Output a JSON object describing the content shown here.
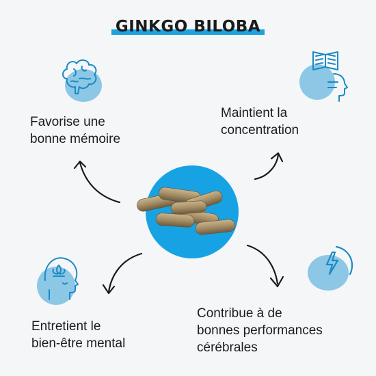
{
  "title": "GINKGO BILOBA",
  "benefits": {
    "memory": "Favorise une bonne mémoire",
    "concentration": "Maintient la concentration",
    "wellbeing": "Entretient le bien-être mental",
    "performance": "Contribue à de bonnes performances cérébrales"
  },
  "benefit_lines": {
    "memory": [
      "Favorise une",
      "bonne mémoire"
    ],
    "concentration": [
      "Maintient la",
      "concentration"
    ],
    "wellbeing": [
      "Entretient le",
      "bien-être mental"
    ],
    "performance": [
      "Contribue à de",
      "bonnes performances",
      "cérébrales"
    ]
  },
  "icons": {
    "memory": "brain-icon",
    "concentration": "reading-head-icon",
    "wellbeing": "lotus-head-icon",
    "performance": "lightning-icon",
    "center": "capsules-image"
  },
  "colors": {
    "accent": "#1ea3e0",
    "blob": "#8cc7e6",
    "background": "#f5f6f8",
    "capsule": "#a58e66"
  }
}
